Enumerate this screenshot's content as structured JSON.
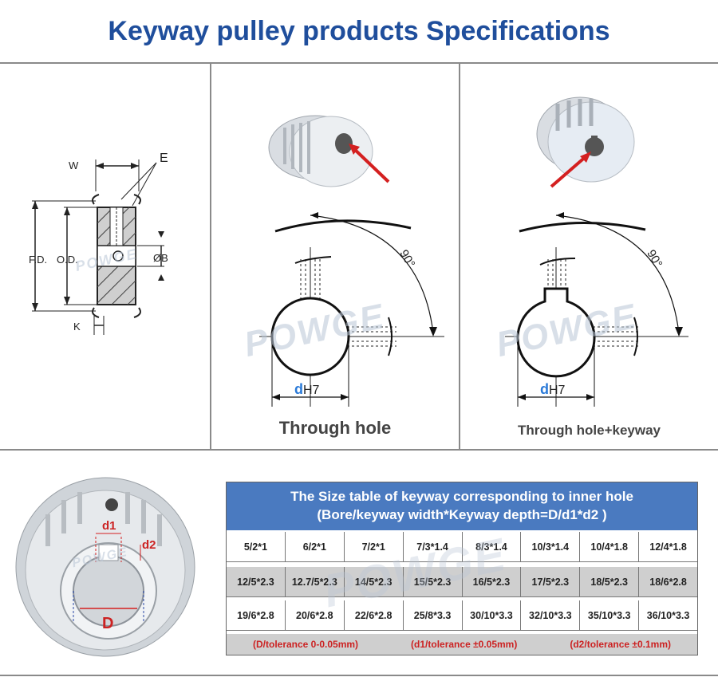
{
  "title": "Keyway pulley products Specifications",
  "drawing": {
    "labels": {
      "w": "W",
      "e": "E",
      "fd": "F.D.",
      "od": "O.D.",
      "b": "ØB",
      "k": "K"
    }
  },
  "through_hole": {
    "caption": "Through hole",
    "angle_label": "90°",
    "dim_label": {
      "d": "d",
      "tol": "H7"
    }
  },
  "keyway": {
    "caption": "Through hole+keyway",
    "angle_label": "90°",
    "dim_label": {
      "d": "d",
      "tol": "H7"
    }
  },
  "photo_labels": {
    "d1": "d1",
    "d2": "d2",
    "D": "D"
  },
  "watermark": "POWGE",
  "table": {
    "header_line1": "The Size table of keyway corresponding to inner hole",
    "header_line2": "(Bore/keyway width*Keyway depth=D/d1*d2 )",
    "rows": [
      [
        "5/2*1",
        "6/2*1",
        "7/2*1",
        "7/3*1.4",
        "8/3*1.4",
        "10/3*1.4",
        "10/4*1.8",
        "12/4*1.8"
      ],
      [
        "12/5*2.3",
        "12.7/5*2.3",
        "14/5*2.3",
        "15/5*2.3",
        "16/5*2.3",
        "17/5*2.3",
        "18/5*2.3",
        "18/6*2.8"
      ],
      [
        "19/6*2.8",
        "20/6*2.8",
        "22/6*2.8",
        "25/8*3.3",
        "30/10*3.3",
        "32/10*3.3",
        "35/10*3.3",
        "36/10*3.3"
      ]
    ],
    "footer": [
      "(D/tolerance 0-0.05mm)",
      "(d1/tolerance ±0.05mm)",
      "(d2/tolerance ±0.1mm)"
    ]
  },
  "colors": {
    "title": "#1f4e9c",
    "table_header": "#4a7ac0",
    "tolerance_text": "#cc2222",
    "arrow_red": "#d42020"
  }
}
